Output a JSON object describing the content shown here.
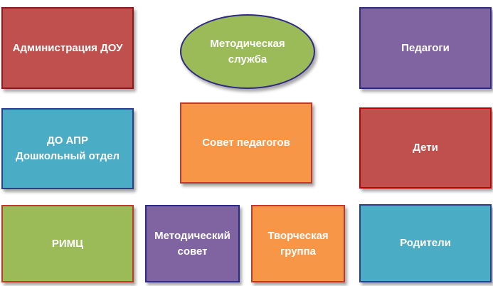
{
  "nodes": {
    "admin": {
      "lines": [
        "Администрация ДОУ"
      ],
      "fill": "#c0504d",
      "border": "#8b1c1b"
    },
    "method_service": {
      "lines": [
        "Методическая",
        "служба"
      ],
      "fill": "#9bbb59",
      "border": "#2f2a86"
    },
    "teachers": {
      "lines": [
        "Педагоги"
      ],
      "fill": "#8064a2",
      "border": "#2f2a86"
    },
    "do_apr": {
      "lines": [
        "ДО АПР",
        "Дошкольный отдел"
      ],
      "fill": "#4bacc6",
      "border": "#2a3f8a"
    },
    "council": {
      "lines": [
        "Совет педагогов"
      ],
      "fill": "#f79646",
      "border": "#c0392b"
    },
    "children": {
      "lines": [
        "Дети"
      ],
      "fill": "#c0504d",
      "border": "#c00000"
    },
    "rimc": {
      "lines": [
        "РИМЦ"
      ],
      "fill": "#9bbb59",
      "border": "#c0392b"
    },
    "method_council": {
      "lines": [
        "Методический",
        "совет"
      ],
      "fill": "#8064a2",
      "border": "#2f2a86"
    },
    "creative_group": {
      "lines": [
        "Творческая",
        "группа"
      ],
      "fill": "#f79646",
      "border": "#c0392b"
    },
    "parents": {
      "lines": [
        "Родители"
      ],
      "fill": "#4bacc6",
      "border": "#2a3f8a"
    }
  }
}
